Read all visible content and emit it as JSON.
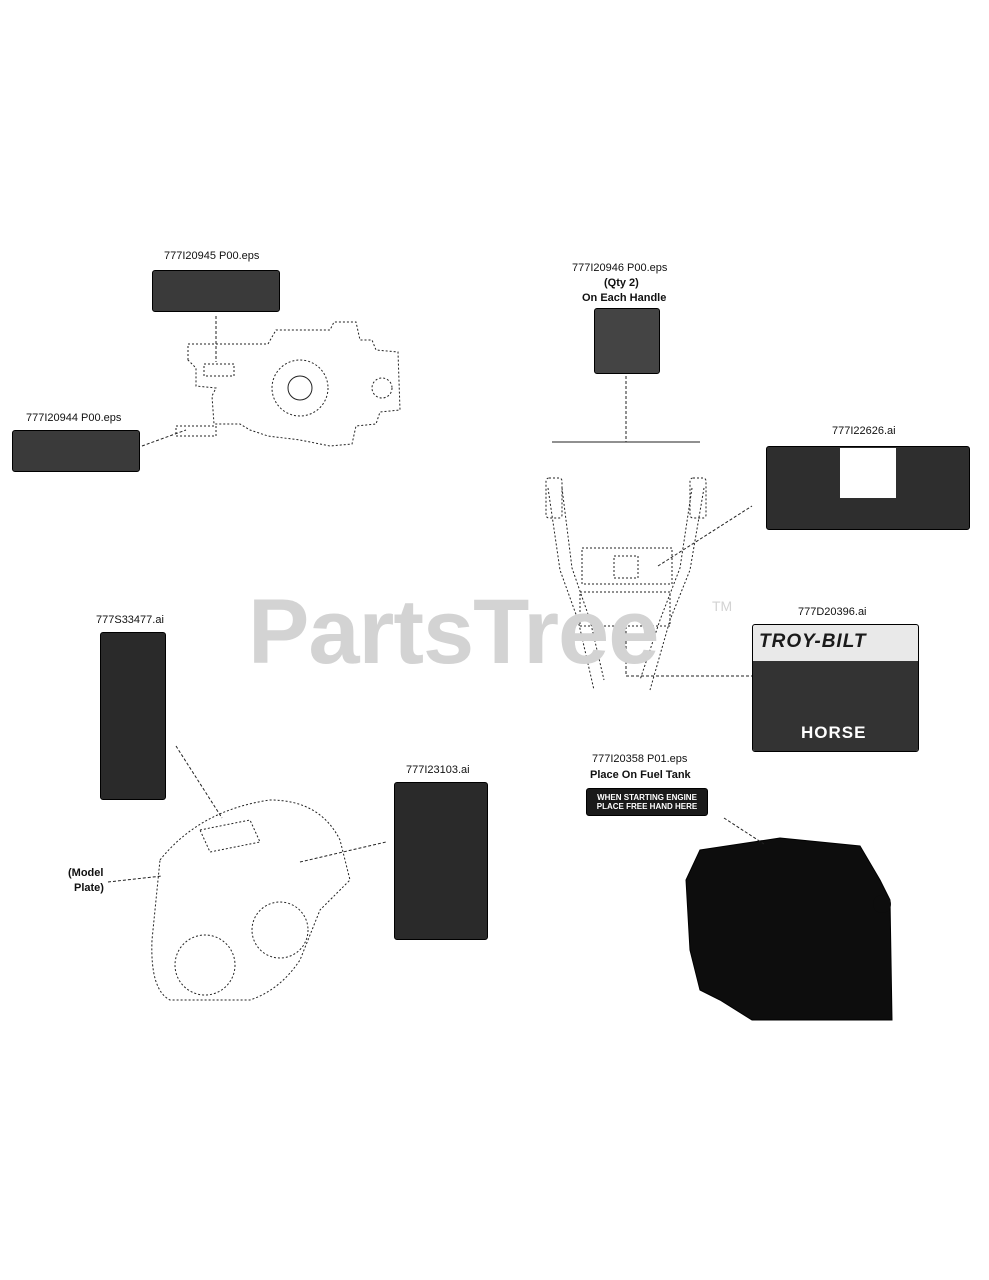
{
  "watermark": {
    "text": "PartsTree",
    "tm": "TM"
  },
  "labels": [
    {
      "id": "a",
      "text": "777I20945 P00.eps"
    },
    {
      "id": "b",
      "text": "777I20944 P00.eps"
    },
    {
      "id": "c",
      "text": "777I20946 P00.eps"
    },
    {
      "id": "c2",
      "text": "(Qty 2)"
    },
    {
      "id": "c3",
      "text": "On Each Handle"
    },
    {
      "id": "d",
      "text": "777I22626.ai"
    },
    {
      "id": "e",
      "text": "777D20396.ai"
    },
    {
      "id": "f",
      "text": "777S33477.ai"
    },
    {
      "id": "g",
      "text": "777I23103.ai"
    },
    {
      "id": "h",
      "text": "777I20358 P01.eps"
    },
    {
      "id": "h2",
      "text": "Place On Fuel Tank"
    },
    {
      "id": "m1",
      "text": "(Model"
    },
    {
      "id": "m2",
      "text": "Plate)"
    }
  ],
  "decals": {
    "fuel_line1": "WHEN STARTING ENGINE",
    "fuel_line2": "PLACE FREE HAND HERE",
    "brand_logo": "TROY-BILT",
    "brand_name": "HORSE"
  },
  "colors": {
    "ink": "#111111",
    "decal": "#1a1a1a",
    "watermark": "#d3d3d3"
  }
}
